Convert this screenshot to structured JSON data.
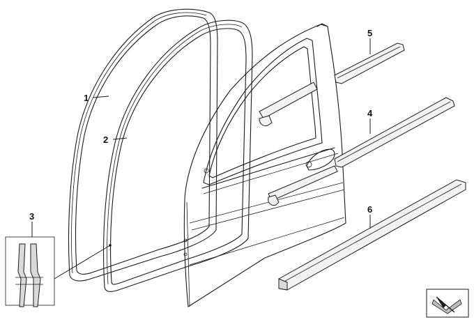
{
  "callouts": {
    "c1": "1",
    "c2": "2",
    "c3": "3",
    "c4": "4",
    "c5": "5",
    "c6": "6"
  },
  "icons": {
    "corner": "parts-arrow-icon"
  }
}
